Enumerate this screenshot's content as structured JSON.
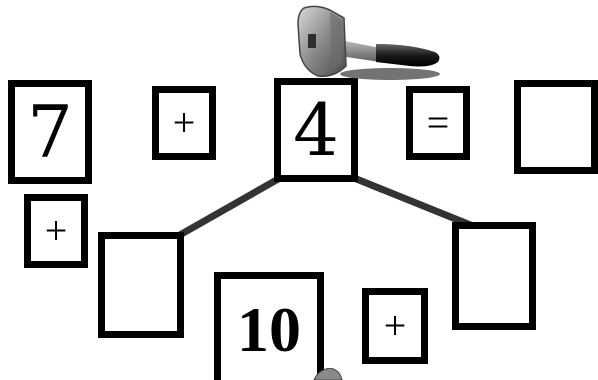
{
  "equation": {
    "first_number": "7",
    "plus_sign": "+",
    "second_number": "4",
    "equals_sign": "=",
    "result": ""
  },
  "decomposition": {
    "left_plus": "+",
    "left_part": "",
    "right_part": "",
    "ten": "10",
    "bottom_plus": "+"
  },
  "icons": {
    "hammer": "hammer-icon"
  }
}
